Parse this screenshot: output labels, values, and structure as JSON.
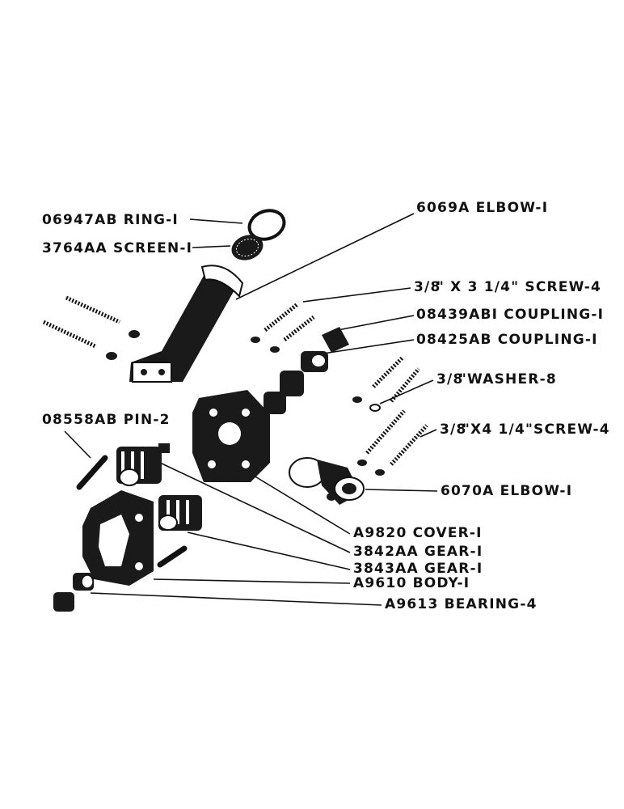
{
  "diagram": {
    "labels": {
      "ring": "06947AB RING-I",
      "screen": "3764AA SCREEN-I",
      "elbow_top": "6069A ELBOW-I",
      "screw_short_frac": "3/8",
      "screw_short_rest": "\" X 3 1/4\" SCREW-4",
      "coupling_1": "08439ABI COUPLING-I",
      "coupling_2": "08425AB COUPLING-I",
      "washer_frac": "3/8",
      "washer_rest": "\"WASHER-8",
      "pin": "08558AB PIN-2",
      "screw_long_frac": "3/8",
      "screw_long_rest": "\"X4 1/4\"SCREW-4",
      "elbow_bottom": "6070A ELBOW-I",
      "cover": "A9820 COVER-I",
      "gear_1": "3842AA GEAR-I",
      "gear_2": "3843AA GEAR-I",
      "body": "A9610 BODY-I",
      "bearing": "A9613 BEARING-4"
    }
  }
}
